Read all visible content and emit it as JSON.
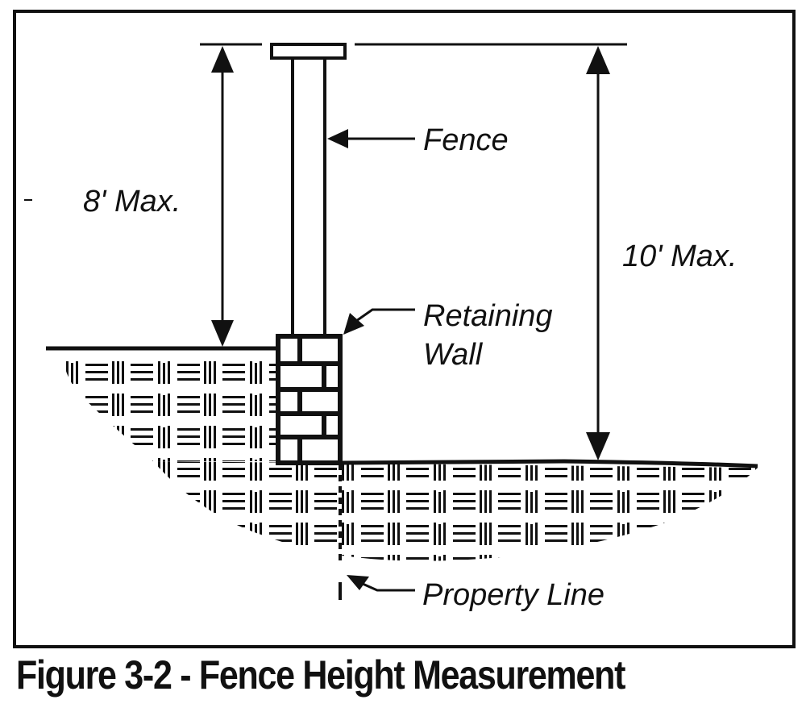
{
  "figure": {
    "caption": "Figure 3-2 - Fence Height Measurement",
    "labels": {
      "fence": "Fence",
      "retaining_wall_line1": "Retaining",
      "retaining_wall_line2": "Wall",
      "property_line": "Property Line",
      "left_dimension": "8' Max.",
      "right_dimension": "10' Max."
    },
    "colors": {
      "ink": "#111111",
      "background": "#ffffff"
    }
  }
}
